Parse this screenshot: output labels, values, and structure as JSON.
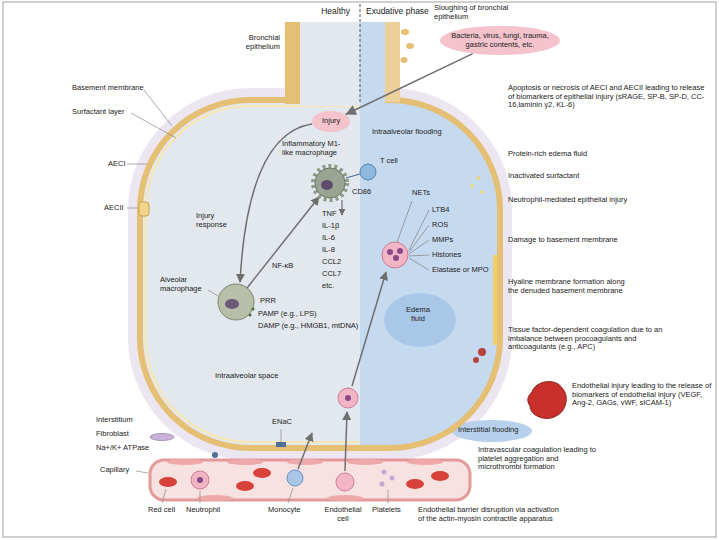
{
  "diagram": {
    "nodes": [
      {
        "text": [
          "Injury"
        ]
      },
      {
        "text": [
          "Bacteria, virus, fungi, trauma, gastric contents, etc."
        ]
      }
    ],
    "edges": [
      {
        "from": 1,
        "to": 0,
        "arrow": "to"
      }
    ],
    "labels": [
      "Healthy",
      "Exudative phase",
      "Bronchial epithelium",
      "Sloughing of bronchial epithelium",
      "Apoptosis or necrosis of AECI and AECII leading to release of biomarkers of epithelial injury (sRAGE, SP-B, SP-D, CC-16,laminin γ2, KL-6)",
      "Basement membrane",
      "Surfactant layer",
      "AECI",
      "AECII",
      "Intraalveolar flooding",
      "Inflammatory M1-like macrophage",
      "T cell",
      "CD86",
      "Protein-rich edema fluid",
      "NETs",
      "Inactivated surfactant",
      "Neutrophil-mediated epithelial injury",
      "Injury response",
      "TNF",
      "IL-1β",
      "IL-6",
      "IL-8",
      "CCL2",
      "CCL7",
      "etc.",
      "LTB4",
      "ROS",
      "MMPs",
      "Histones",
      "Elastase or MPO",
      "Damage to basement membrane",
      "NF-κB",
      "Alveolar macrophage",
      "PRR",
      "PAMP (e.g., LPS)",
      "DAMP (e.g., HMGB1, mtDNA)",
      "Hyaline membrane formation along the denuded basement membrane",
      "Edema fluid",
      "Tissue factor-dependent coagulation due to an imbalance between procoagulants and anticoagulants (e.g., APC)",
      "Intraalveolar space",
      "Endothelial injury leading to the release of biomarkers of endothelial injury (VEGF, Ang-2, GAGs, vWF, sICAM-1)",
      "Interstitium",
      "ENaC",
      "Interstitial flooding",
      "Fibroblast",
      "Na+/K+ ATPase",
      "Intravascular coagulation leading to platelet aggregation and microthrombi formation",
      "Capillary",
      "Red cell",
      "Neutrophil",
      "Monocyte",
      "Endothelial cell",
      "Platelets",
      "Endothelial barrier disruption via activation of the actin-myosin contractile apparatus"
    ]
  }
}
